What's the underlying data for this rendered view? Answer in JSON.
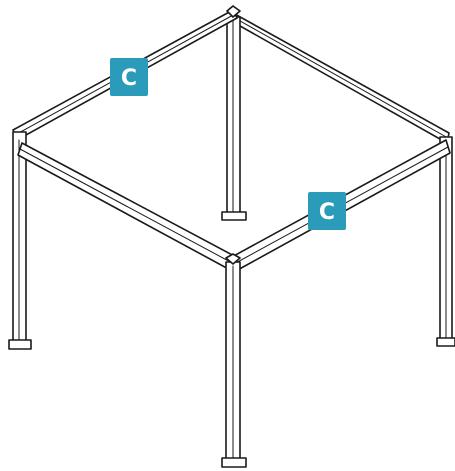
{
  "diagram": {
    "callouts": [
      {
        "label": "C",
        "points_to": "rear-left-beam"
      },
      {
        "label": "C",
        "points_to": "front-right-beam"
      }
    ],
    "colors": {
      "badge_fill": "#2a9bb9",
      "badge_text": "#ffffff",
      "line": "#1a1a1a",
      "frame_fill": "#ffffff"
    }
  }
}
